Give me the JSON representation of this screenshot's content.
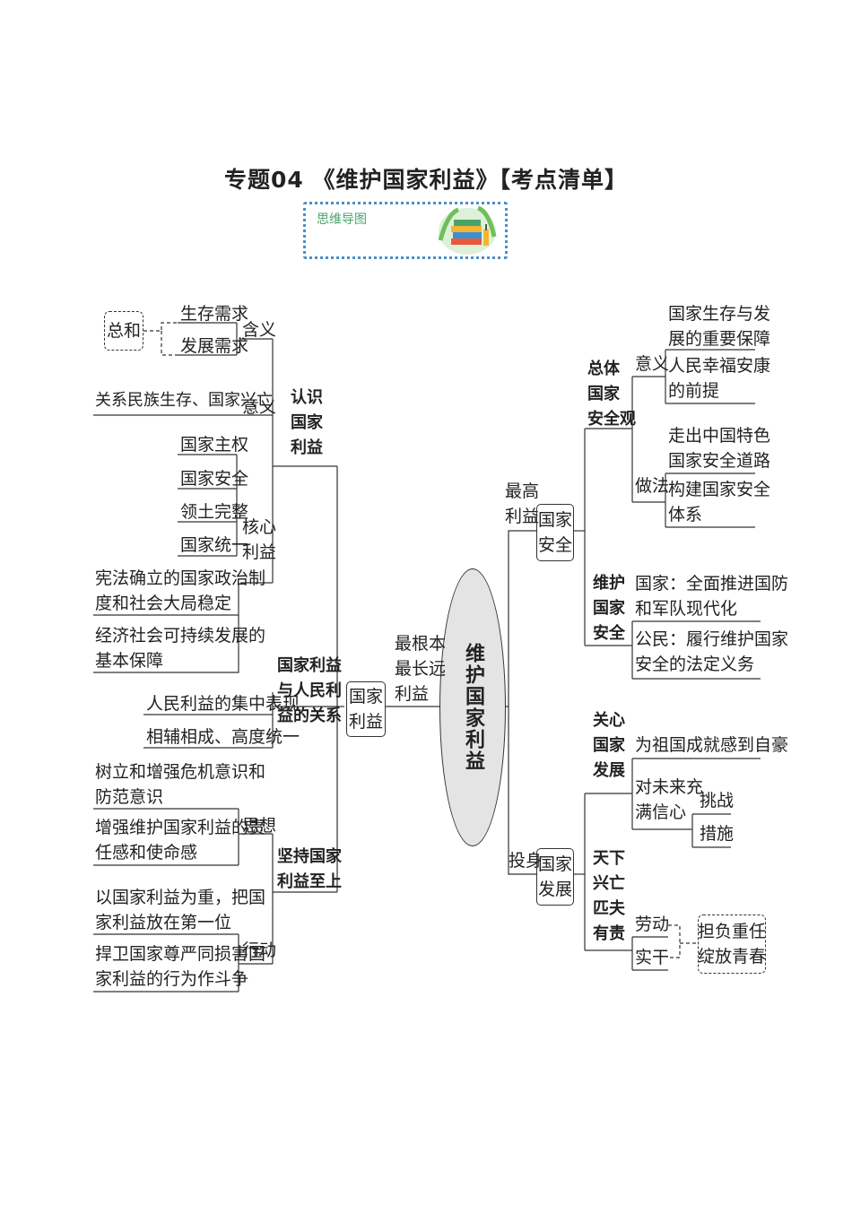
{
  "header": {
    "title": "专题04 《维护国家利益》【考点清单】",
    "badge_label": "思维导图",
    "accent_color": "#4a90c8"
  },
  "center": {
    "label": "维护国家利益"
  },
  "left": {
    "root": "国家\n利益",
    "root_link": "最根本\n最长远\n利益",
    "renshi": {
      "label": "认识\n国家\n利益",
      "hanyi": "含义",
      "hanyi_items": [
        "生存需求",
        "发展需求"
      ],
      "hanyi_sum": "总和",
      "yiyi": "意义",
      "yiyi_item": "关系民族生存、国家兴亡",
      "hexin": "核心\n利益",
      "hexin_items": [
        "国家主权",
        "国家安全",
        "领土完整",
        "国家统一"
      ],
      "extra_items": [
        "宪法确立的国家政治制\n度和社会大局稳定",
        "经济社会可持续发展的\n基本保障"
      ]
    },
    "guanxi": {
      "label": "国家利益\n与人民利\n益的关系",
      "items": [
        "人民利益的集中表现",
        "相辅相成、高度统一"
      ]
    },
    "jianchi": {
      "label": "坚持国家\n利益至上",
      "sixiang": "思想",
      "sixiang_items": [
        "树立和增强危机意识和\n防范意识",
        "增强维护国家利益的责\n任感和使命感"
      ],
      "xingdong": "行动",
      "xingdong_items": [
        "以国家利益为重，把国\n家利益放在第一位",
        "捍卫国家尊严同损害国\n家利益的行为作斗争"
      ]
    }
  },
  "right": {
    "anquan": {
      "link": "最高\n利益",
      "label": "国家\n安全",
      "zongti": {
        "label": "总体\n国家\n安全观",
        "yiyi": "意义",
        "yiyi_items": [
          "国家生存与发\n展的重要保障",
          "人民幸福安康\n的前提"
        ],
        "zuofa": "做法",
        "zuofa_items": [
          "走出中国特色\n国家安全道路",
          "构建国家安全\n体系"
        ]
      },
      "weihu": {
        "label": "维护\n国家\n安全",
        "items": [
          "国家：全面推进国防\n和军队现代化",
          "公民：履行维护国家\n安全的法定义务"
        ]
      }
    },
    "fazhan": {
      "link": "投身",
      "label": "国家\n发展",
      "guanxin": {
        "label": "关心\n国家\n发展",
        "item1": "为祖国成就感到自豪",
        "item2": "对未来充\n满信心",
        "sub_items": [
          "挑战",
          "措施"
        ]
      },
      "tianxia": {
        "label": "天下\n兴亡\n匹夫\n有责",
        "items": [
          "劳动",
          "实干"
        ],
        "result": "担负重任\n绽放青春"
      }
    }
  }
}
